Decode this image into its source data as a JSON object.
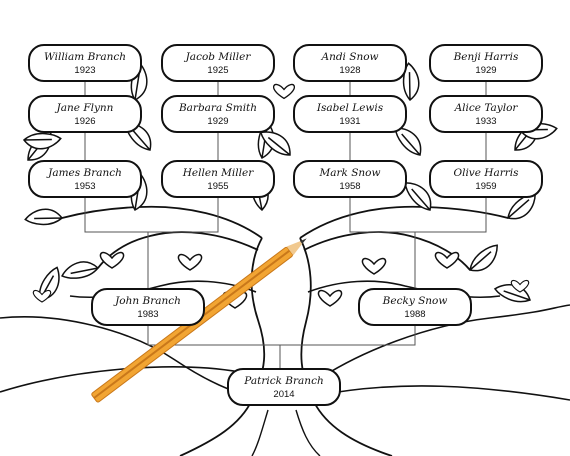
{
  "people": [
    {
      "name": "William Branch",
      "year": "1923"
    },
    {
      "name": "Jacob Miller",
      "year": "1925"
    },
    {
      "name": "Andi Snow",
      "year": "1928"
    },
    {
      "name": "Benji Harris",
      "year": "1929"
    },
    {
      "name": "Jane Flynn",
      "year": "1926"
    },
    {
      "name": "Barbara Smith",
      "year": "1929"
    },
    {
      "name": "Isabel Lewis",
      "year": "1931"
    },
    {
      "name": "Alice Taylor",
      "year": "1933"
    },
    {
      "name": "James Branch",
      "year": "1953"
    },
    {
      "name": "Hellen Miller",
      "year": "1955"
    },
    {
      "name": "Mark Snow",
      "year": "1958"
    },
    {
      "name": "Olive Harris",
      "year": "1959"
    },
    {
      "name": "John Branch",
      "year": "1983"
    },
    {
      "name": "Becky Snow",
      "year": "1988"
    },
    {
      "name": "Patrick Branch",
      "year": "2014"
    }
  ],
  "colors": {
    "outline": "#111111",
    "paper": "#ffffff",
    "pencil_body": "#f2a533",
    "pencil_edge": "#c9781a",
    "pencil_wood": "#f1c98f",
    "pencil_lead": "#333333"
  }
}
